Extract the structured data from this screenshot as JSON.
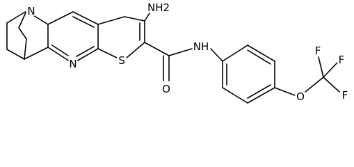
{
  "molecule": {
    "atoms": {
      "n_bridgehead": "N",
      "nh2": "NH2",
      "n_pyridine": "N",
      "s_thiophene": "S",
      "nh_amide": "NH",
      "o_carbonyl": "O",
      "o_ether": "O",
      "f_top_left": "F",
      "f_top_right": "F",
      "f_right": "F"
    }
  }
}
